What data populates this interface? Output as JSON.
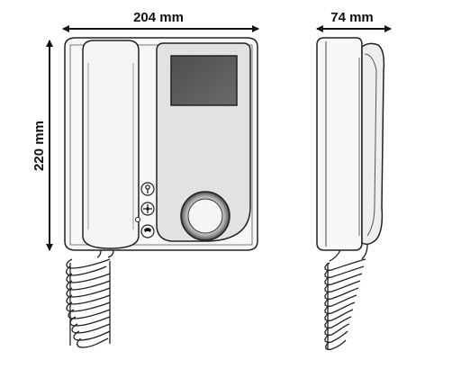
{
  "dimensions": {
    "width_label": "204 mm",
    "depth_label": "74 mm",
    "height_label": "220 mm"
  },
  "colors": {
    "outline": "#222222",
    "body_fill": "#f4f4f4",
    "panel_fill": "#e2e2e2",
    "screen_fill": "#5a5a5a"
  },
  "buttons": [
    {
      "icon": "key-icon"
    },
    {
      "icon": "directional-icon"
    },
    {
      "icon": "handset-icon"
    }
  ]
}
